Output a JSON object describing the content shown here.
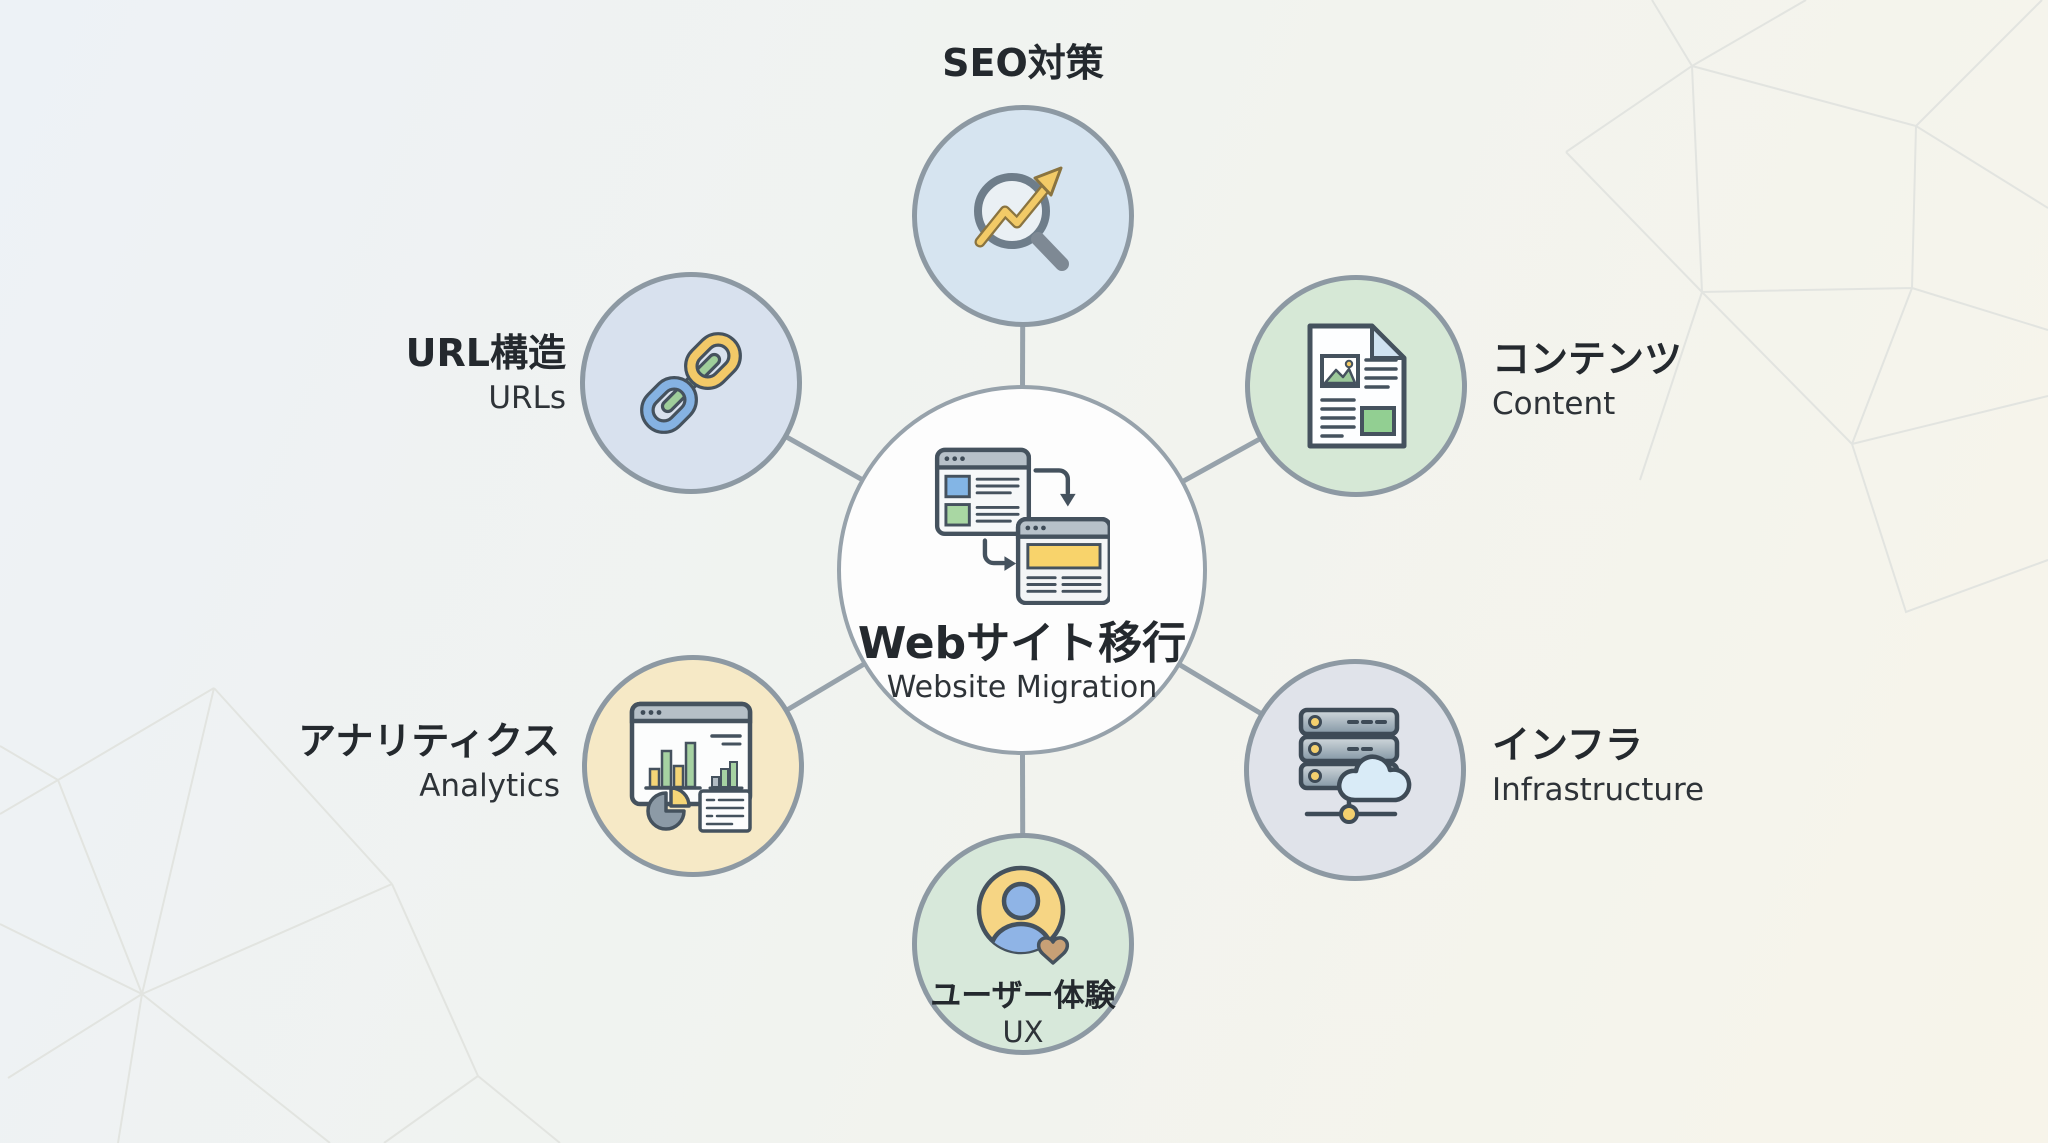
{
  "center": {
    "label_ja": "Webサイト移行",
    "label_en": "Website Migration",
    "icon": "website-migration-icon",
    "circle_color": "#fdfdfd"
  },
  "nodes": [
    {
      "id": "seo",
      "label_ja": "SEO対策",
      "position": "top",
      "icon": "magnifier-trend-icon",
      "circle_color": "#d6e4f0"
    },
    {
      "id": "content",
      "label_ja": "コンテンツ",
      "label_en": "Content",
      "position": "top-right",
      "icon": "document-icon",
      "circle_color": "#d6e8d6"
    },
    {
      "id": "infrastructure",
      "label_ja": "インフラ",
      "label_en": "Infrastructure",
      "position": "bottom-right",
      "icon": "server-cloud-icon",
      "circle_color": "#e0e3ea"
    },
    {
      "id": "ux",
      "label_ja": "ユーザー体験",
      "label_en": "UX",
      "position": "bottom",
      "icon": "user-heart-icon",
      "circle_color": "#d7e8da"
    },
    {
      "id": "analytics",
      "label_ja": "アナリティクス",
      "label_en": "Analytics",
      "position": "bottom-left",
      "icon": "analytics-dashboard-icon",
      "circle_color": "#f6e9c6"
    },
    {
      "id": "urls",
      "label_ja": "URL構造",
      "label_en": "URLs",
      "position": "top-left",
      "icon": "chain-link-icon",
      "circle_color": "#d8e1ee"
    }
  ],
  "colors": {
    "connector": "#97a2ab",
    "circle_border": "#8d99a3",
    "background_start": "#edf2f6",
    "background_end": "#f7f4ea",
    "mesh_line": "#e2e4e0",
    "icon_outline": "#45525e",
    "icon_yellow": "#f2cd6e",
    "icon_green": "#a6d2a2",
    "icon_blue": "#86b4e4",
    "icon_grey": "#8c9aa6",
    "icon_tan_heart": "#c7a076",
    "icon_cloud_blue": "#d9ebf7"
  }
}
